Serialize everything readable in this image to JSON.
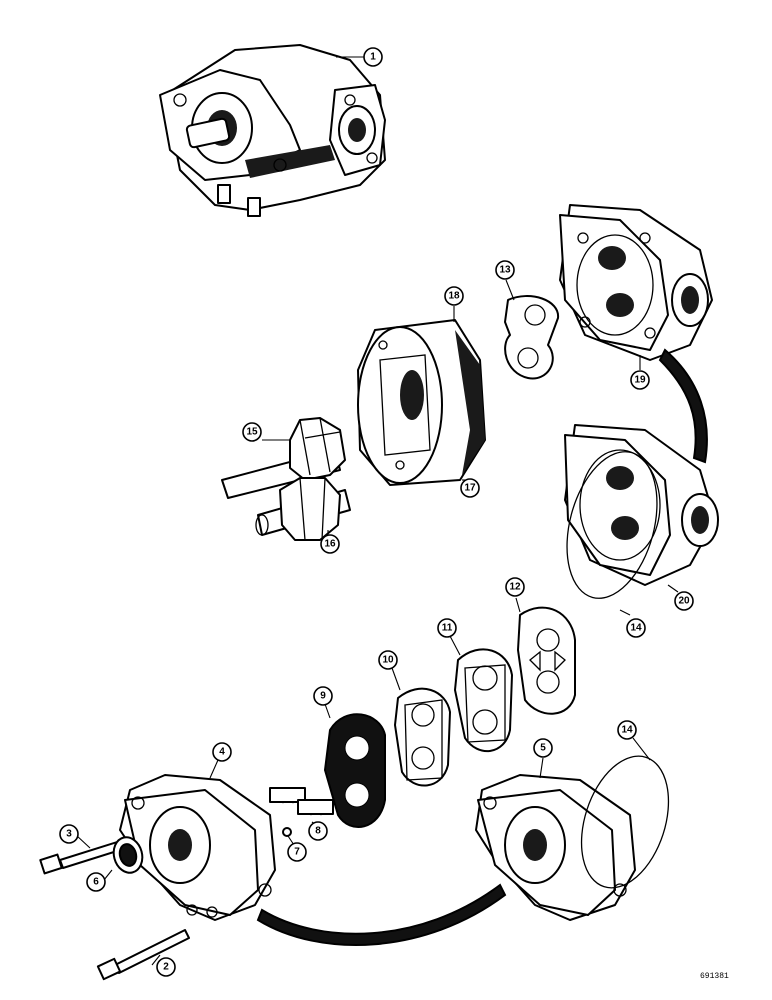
{
  "figure": {
    "reference_number": "691381"
  },
  "callouts": [
    {
      "id": "1",
      "label": "1"
    },
    {
      "id": "13",
      "label": "13"
    },
    {
      "id": "18",
      "label": "18"
    },
    {
      "id": "19",
      "label": "19"
    },
    {
      "id": "15",
      "label": "15"
    },
    {
      "id": "17",
      "label": "17"
    },
    {
      "id": "16",
      "label": "16"
    },
    {
      "id": "20",
      "label": "20"
    },
    {
      "id": "14a",
      "label": "14"
    },
    {
      "id": "12",
      "label": "12"
    },
    {
      "id": "11",
      "label": "11"
    },
    {
      "id": "10",
      "label": "10"
    },
    {
      "id": "9",
      "label": "9"
    },
    {
      "id": "4",
      "label": "4"
    },
    {
      "id": "14b",
      "label": "14"
    },
    {
      "id": "5",
      "label": "5"
    },
    {
      "id": "3",
      "label": "3"
    },
    {
      "id": "8",
      "label": "8"
    },
    {
      "id": "7",
      "label": "7"
    },
    {
      "id": "6",
      "label": "6"
    },
    {
      "id": "2",
      "label": "2"
    }
  ]
}
